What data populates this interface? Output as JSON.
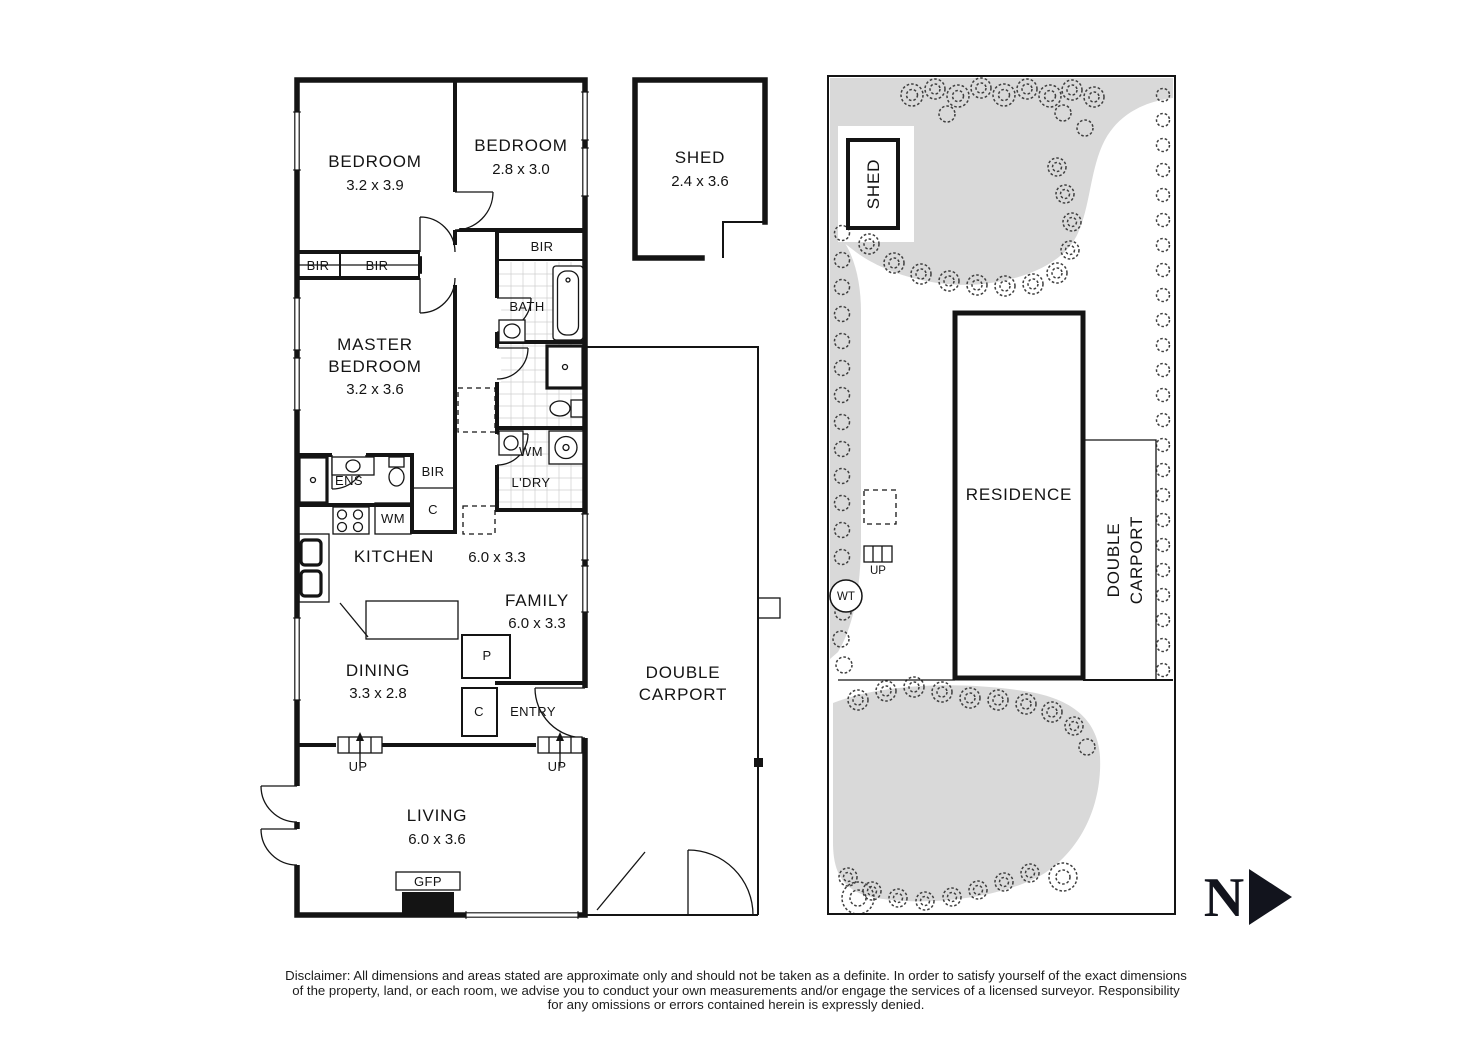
{
  "floorplan": {
    "bedroom1": {
      "name": "BEDROOM",
      "dims": "3.2 x 3.9"
    },
    "bedroom2": {
      "name": "BEDROOM",
      "dims": "2.8 x 3.0"
    },
    "shed": {
      "name": "SHED",
      "dims": "2.4 x 3.6"
    },
    "master_bedroom": {
      "line1": "MASTER",
      "line2": "BEDROOM",
      "dims": "3.2 x 3.6"
    },
    "kitchen": {
      "name": "KITCHEN",
      "dims": "6.0 x 3.3"
    },
    "family": {
      "name": "FAMILY",
      "dims": "6.0 x 3.3"
    },
    "dining": {
      "name": "DINING",
      "dims": "3.3 x 2.8"
    },
    "living": {
      "name": "LIVING",
      "dims": "6.0 x 3.6"
    },
    "double_carport": {
      "line1": "DOUBLE",
      "line2": "CARPORT"
    },
    "entry": "ENTRY",
    "bath": "BATH",
    "ens": "ENS",
    "laundry": "L'DRY",
    "bir_1": "BIR",
    "bir_2": "BIR",
    "bir_3": "BIR",
    "bir_4": "BIR",
    "wm_1": "WM",
    "wm_2": "WM",
    "cupboard_1": "C",
    "cupboard_2": "C",
    "pantry": "P",
    "up_1": "UP",
    "up_2": "UP",
    "gfp": "GFP"
  },
  "siteplan": {
    "shed": "SHED",
    "residence": "RESIDENCE",
    "carport_line1": "DOUBLE",
    "carport_line2": "CARPORT",
    "water_tank": "WT",
    "up": "UP"
  },
  "compass": {
    "north": "N"
  },
  "disclaimer": {
    "line1": "Disclaimer: All dimensions and areas stated are approximate only and should not be taken as a definite. In order to satisfy yourself of the exact dimensions",
    "line2": "of the property, land, or each room, we advise you to conduct your own measurements and/or engage the services of a licensed surveyor. Responsibility",
    "line3": "for any omissions or errors contained herein is expressly denied."
  },
  "icons": {
    "tree": "tree-icon",
    "north_arrow": "north-arrow-icon",
    "water_tank": "water-tank-icon"
  },
  "colors": {
    "wall": "#141414",
    "garden_gray": "#d9d9d9",
    "tree": "#3f3f3f",
    "compass": "#12141d",
    "background": "#ffffff"
  }
}
